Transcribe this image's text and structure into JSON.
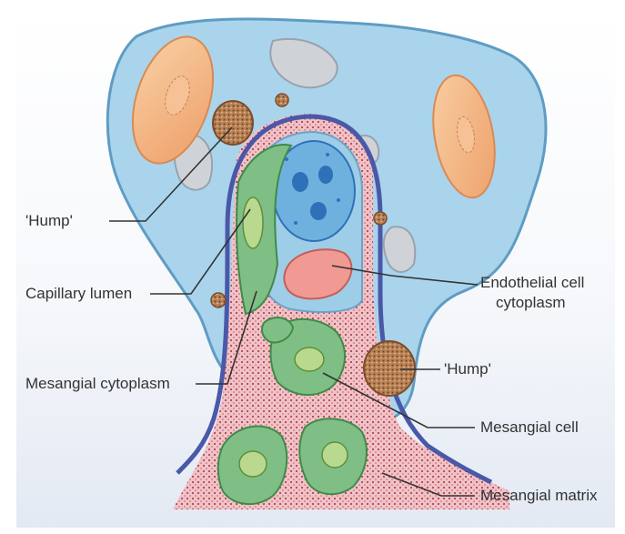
{
  "labels": {
    "hump_left": "'Hump'",
    "capillary_lumen": "Capillary lumen",
    "mesangial_cytoplasm": "Mesangial cytoplasm",
    "endothelial_line1": "Endothelial cell",
    "endothelial_line2": "cytoplasm",
    "hump_right": "'Hump'",
    "mesangial_cell": "Mesangial cell",
    "mesangial_matrix": "Mesangial matrix"
  },
  "colors": {
    "podocyte": "#a9d4ec",
    "podocyte_edge": "#5f9cc4",
    "rbc": "#f2b27f",
    "basement_membrane": "#4a58a8",
    "mesangial_matrix": "#c86a76",
    "mesangial_cell": "#7fbf86",
    "endothelial_cell": "#f19a93",
    "hump": "#9c6a45",
    "nucleus": "#2f71b8",
    "leader": "#333333"
  }
}
